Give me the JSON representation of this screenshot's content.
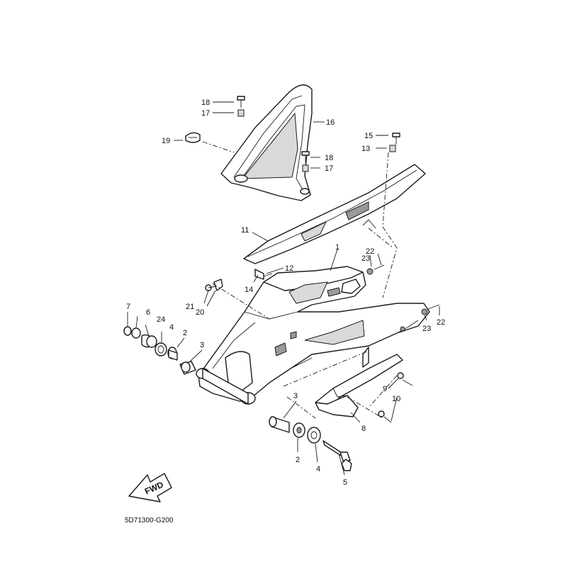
{
  "diagram": {
    "drawing_code": "5D71300-G200",
    "direction_marker": "FWD",
    "callouts": [
      {
        "id": "c1",
        "text": "1"
      },
      {
        "id": "c2a",
        "text": "2"
      },
      {
        "id": "c2b",
        "text": "2"
      },
      {
        "id": "c3a",
        "text": "3"
      },
      {
        "id": "c3b",
        "text": "3"
      },
      {
        "id": "c4a",
        "text": "4"
      },
      {
        "id": "c4b",
        "text": "4"
      },
      {
        "id": "c5",
        "text": "5"
      },
      {
        "id": "c6",
        "text": "6"
      },
      {
        "id": "c7",
        "text": "7"
      },
      {
        "id": "c8",
        "text": "8"
      },
      {
        "id": "c9",
        "text": "9"
      },
      {
        "id": "c10",
        "text": "10"
      },
      {
        "id": "c11",
        "text": "11"
      },
      {
        "id": "c12",
        "text": "12"
      },
      {
        "id": "c13",
        "text": "13"
      },
      {
        "id": "c14",
        "text": "14"
      },
      {
        "id": "c15",
        "text": "15"
      },
      {
        "id": "c16",
        "text": "16"
      },
      {
        "id": "c17a",
        "text": "17"
      },
      {
        "id": "c17b",
        "text": "17"
      },
      {
        "id": "c18a",
        "text": "18"
      },
      {
        "id": "c18b",
        "text": "18"
      },
      {
        "id": "c19",
        "text": "19"
      },
      {
        "id": "c20",
        "text": "20"
      },
      {
        "id": "c21",
        "text": "21"
      },
      {
        "id": "c22a",
        "text": "22"
      },
      {
        "id": "c22b",
        "text": "22"
      },
      {
        "id": "c23a",
        "text": "23"
      },
      {
        "id": "c23b",
        "text": "23"
      },
      {
        "id": "c24",
        "text": "24"
      }
    ]
  }
}
